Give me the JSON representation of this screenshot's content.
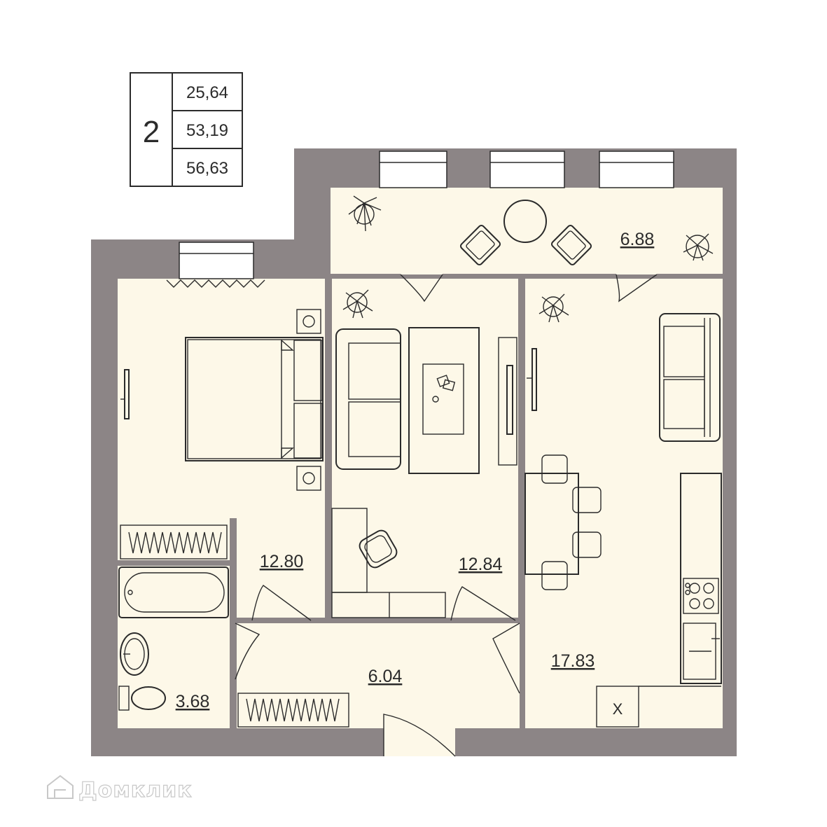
{
  "summary": {
    "rooms": "2",
    "living_area": "25,64",
    "total_area": "53,19",
    "total_area_with_balcony": "56,63"
  },
  "rooms": {
    "balcony": "6.88",
    "bedroom": "12.80",
    "living_room": "12.84",
    "kitchen": "17.83",
    "hallway": "6.04",
    "bathroom": "3.68"
  },
  "kitchen_marker": "X",
  "watermark": "Домклик",
  "colors": {
    "wall": "#8c8586",
    "floor": "#fdf8e8",
    "line": "#2b2b2b"
  }
}
